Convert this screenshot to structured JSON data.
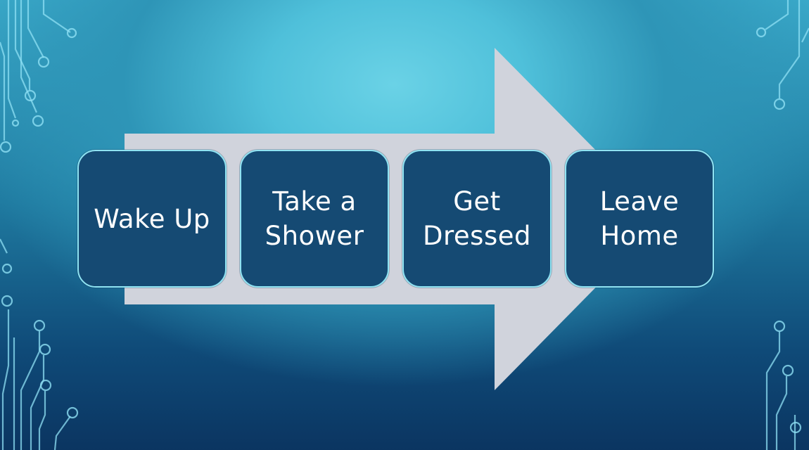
{
  "diagram": {
    "type": "process-arrow",
    "steps": [
      {
        "label": "Wake Up"
      },
      {
        "label": "Take a Shower"
      },
      {
        "label": "Get Dressed"
      },
      {
        "label": "Leave Home"
      }
    ]
  },
  "colors": {
    "background_light": "#6ad2e6",
    "background_dark": "#0b3561",
    "arrow_fill": "#d0d3dc",
    "box_fill": "#154a73",
    "box_border": "#8fe3f2",
    "text": "#ffffff",
    "circuit_lines": "#8fe0f4"
  },
  "decorations": {
    "icon": "circuit-board-lines"
  }
}
